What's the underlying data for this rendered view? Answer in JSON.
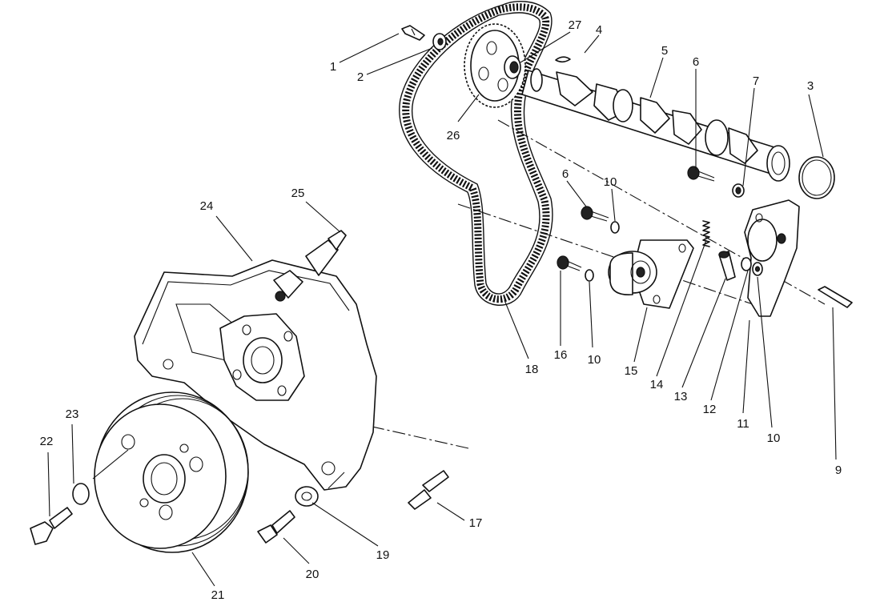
{
  "callouts": [
    {
      "id": "c1",
      "text": "1"
    },
    {
      "id": "c2",
      "text": "2"
    },
    {
      "id": "c3",
      "text": "3"
    },
    {
      "id": "c4",
      "text": "4"
    },
    {
      "id": "c5",
      "text": "5"
    },
    {
      "id": "c6a",
      "text": "6"
    },
    {
      "id": "c7",
      "text": "7"
    },
    {
      "id": "c6b",
      "text": "6"
    },
    {
      "id": "c10a",
      "text": "10"
    },
    {
      "id": "c27",
      "text": "27"
    },
    {
      "id": "c26",
      "text": "26"
    },
    {
      "id": "c25",
      "text": "25"
    },
    {
      "id": "c24",
      "text": "24"
    },
    {
      "id": "c18",
      "text": "18"
    },
    {
      "id": "c16",
      "text": "16"
    },
    {
      "id": "c10b",
      "text": "10"
    },
    {
      "id": "c15",
      "text": "15"
    },
    {
      "id": "c14",
      "text": "14"
    },
    {
      "id": "c13",
      "text": "13"
    },
    {
      "id": "c12",
      "text": "12"
    },
    {
      "id": "c11",
      "text": "11"
    },
    {
      "id": "c10c",
      "text": "10"
    },
    {
      "id": "c9",
      "text": "9"
    },
    {
      "id": "c23",
      "text": "23"
    },
    {
      "id": "c22",
      "text": "22"
    },
    {
      "id": "c17",
      "text": "17"
    },
    {
      "id": "c19",
      "text": "19"
    },
    {
      "id": "c20",
      "text": "20"
    },
    {
      "id": "c21",
      "text": "21"
    }
  ]
}
